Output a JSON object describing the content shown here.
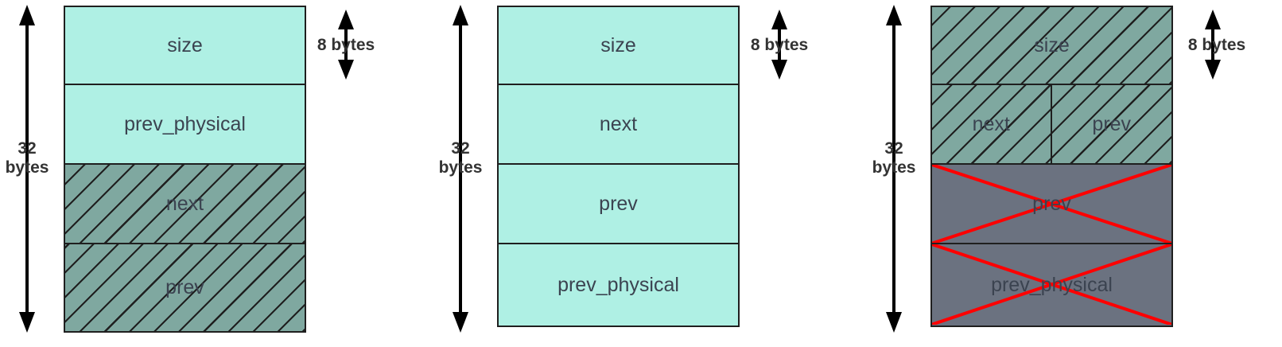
{
  "diagram": {
    "title": "Memory block header layouts",
    "colors": {
      "free_fill": "#aff0e4",
      "hatched_fill": "#7fa8a0",
      "removed_fill": "#6b7280",
      "stroke": "#1f1f1f",
      "cross_out": "#ff0000",
      "label_text": "#3b4350",
      "dimension_text": "#333333"
    },
    "panels": [
      {
        "id": "panel-original",
        "height_label_line1": "32",
        "height_label_line2": "bytes",
        "row_label": "8 bytes",
        "rows": [
          {
            "label": "size",
            "fill": "cyan",
            "crossed_out": false,
            "split": false
          },
          {
            "label": "prev_physical",
            "fill": "cyan",
            "crossed_out": false,
            "split": false
          },
          {
            "label": "next",
            "fill": "hatch",
            "crossed_out": false,
            "split": false
          },
          {
            "label": "prev",
            "fill": "hatch",
            "crossed_out": false,
            "split": false
          }
        ]
      },
      {
        "id": "panel-reordered",
        "height_label_line1": "32",
        "height_label_line2": "bytes",
        "row_label": "8 bytes",
        "rows": [
          {
            "label": "size",
            "fill": "cyan",
            "crossed_out": false,
            "split": false
          },
          {
            "label": "next",
            "fill": "cyan",
            "crossed_out": false,
            "split": false
          },
          {
            "label": "prev",
            "fill": "cyan",
            "crossed_out": false,
            "split": false
          },
          {
            "label": "prev_physical",
            "fill": "cyan",
            "crossed_out": false,
            "split": false
          }
        ]
      },
      {
        "id": "panel-compacted",
        "height_label_line1": "32",
        "height_label_line2": "bytes",
        "row_label": "8 bytes",
        "rows": [
          {
            "label": "size",
            "fill": "hatch",
            "crossed_out": false,
            "split": false
          },
          {
            "label": "",
            "fill": "hatch",
            "crossed_out": false,
            "split": true,
            "sublabels": [
              "next",
              "prev"
            ]
          },
          {
            "label": "prev",
            "fill": "gray",
            "crossed_out": true,
            "split": false
          },
          {
            "label": "prev_physical",
            "fill": "gray",
            "crossed_out": true,
            "split": false
          }
        ]
      }
    ]
  }
}
